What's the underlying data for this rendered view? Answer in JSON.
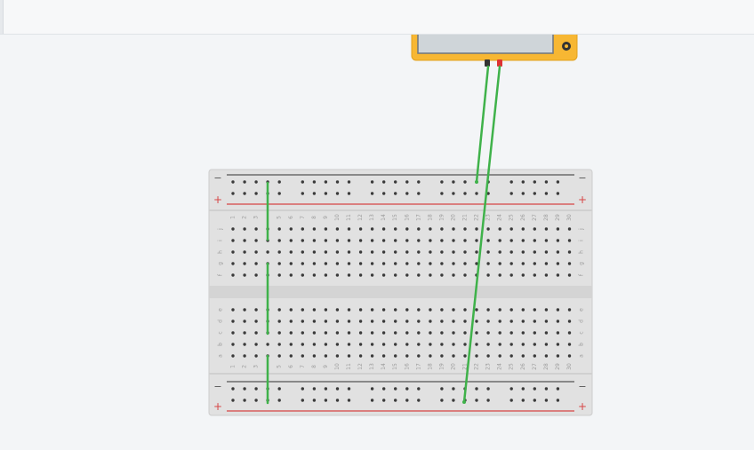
{
  "editor": {
    "toolbar": {},
    "canvas": {
      "breadboard": {
        "columns": 30,
        "rows_top": [
          "j",
          "i",
          "h",
          "g",
          "f"
        ],
        "rows_bottom": [
          "e",
          "d",
          "c",
          "b",
          "a"
        ],
        "rail_symbols": {
          "minus": "−",
          "plus": "+"
        },
        "colors": {
          "body": "#e1e1e1",
          "hole": "#3a3a3a",
          "rail_negative": "#555555",
          "rail_positive": "#d64545",
          "label": "#9a9a9a"
        }
      },
      "multimeter": {
        "colors": {
          "case": "#f7b733",
          "screen": "#cfd5d9"
        }
      },
      "wire_color": "#3fb24a"
    }
  }
}
